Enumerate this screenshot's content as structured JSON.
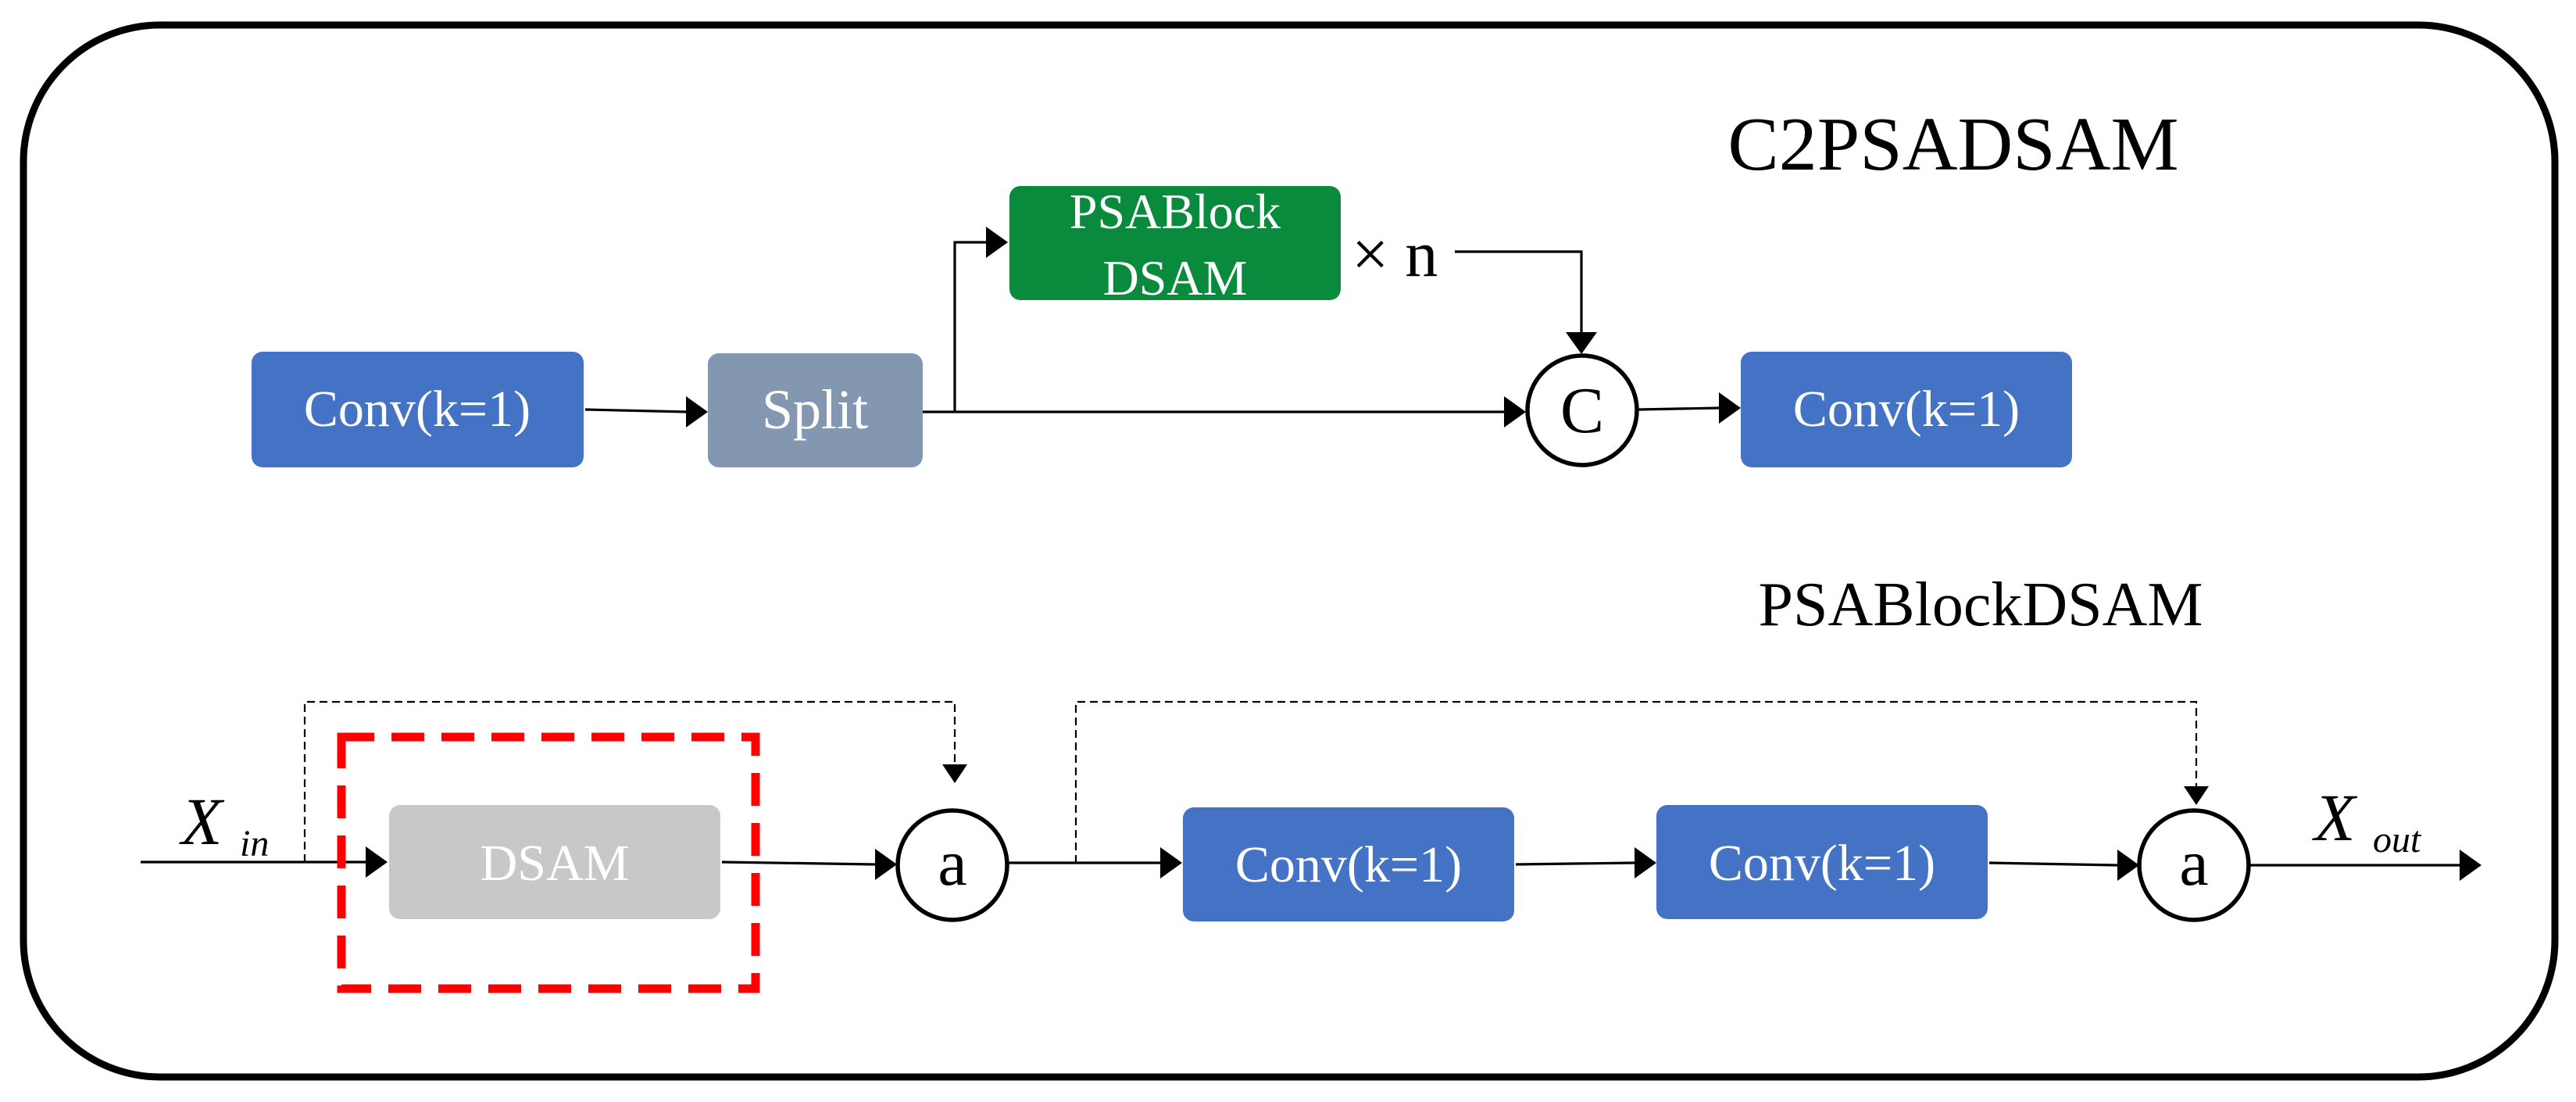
{
  "colors": {
    "conv": "#4472c4",
    "split": "#8497b0",
    "psablock": "#0a8a3c",
    "dsam": "#c8c8c8",
    "highlight": "#ff0000",
    "line": "#000000"
  },
  "top": {
    "title": "C2PSADSAM",
    "conv_in": "Conv(k=1)",
    "split": "Split",
    "psablock_line1": "PSABlock",
    "psablock_line2": "DSAM",
    "repeat": "× n",
    "concat": "C",
    "conv_out": "Conv(k=1)"
  },
  "bottom": {
    "title": "PSABlockDSAM",
    "input_symbol": "X",
    "input_sub": "in",
    "dsam": "DSAM",
    "add1": "a",
    "conv1": "Conv(k=1)",
    "conv2": "Conv(k=1)",
    "add2": "a",
    "output_symbol": "X",
    "output_sub": "out"
  }
}
